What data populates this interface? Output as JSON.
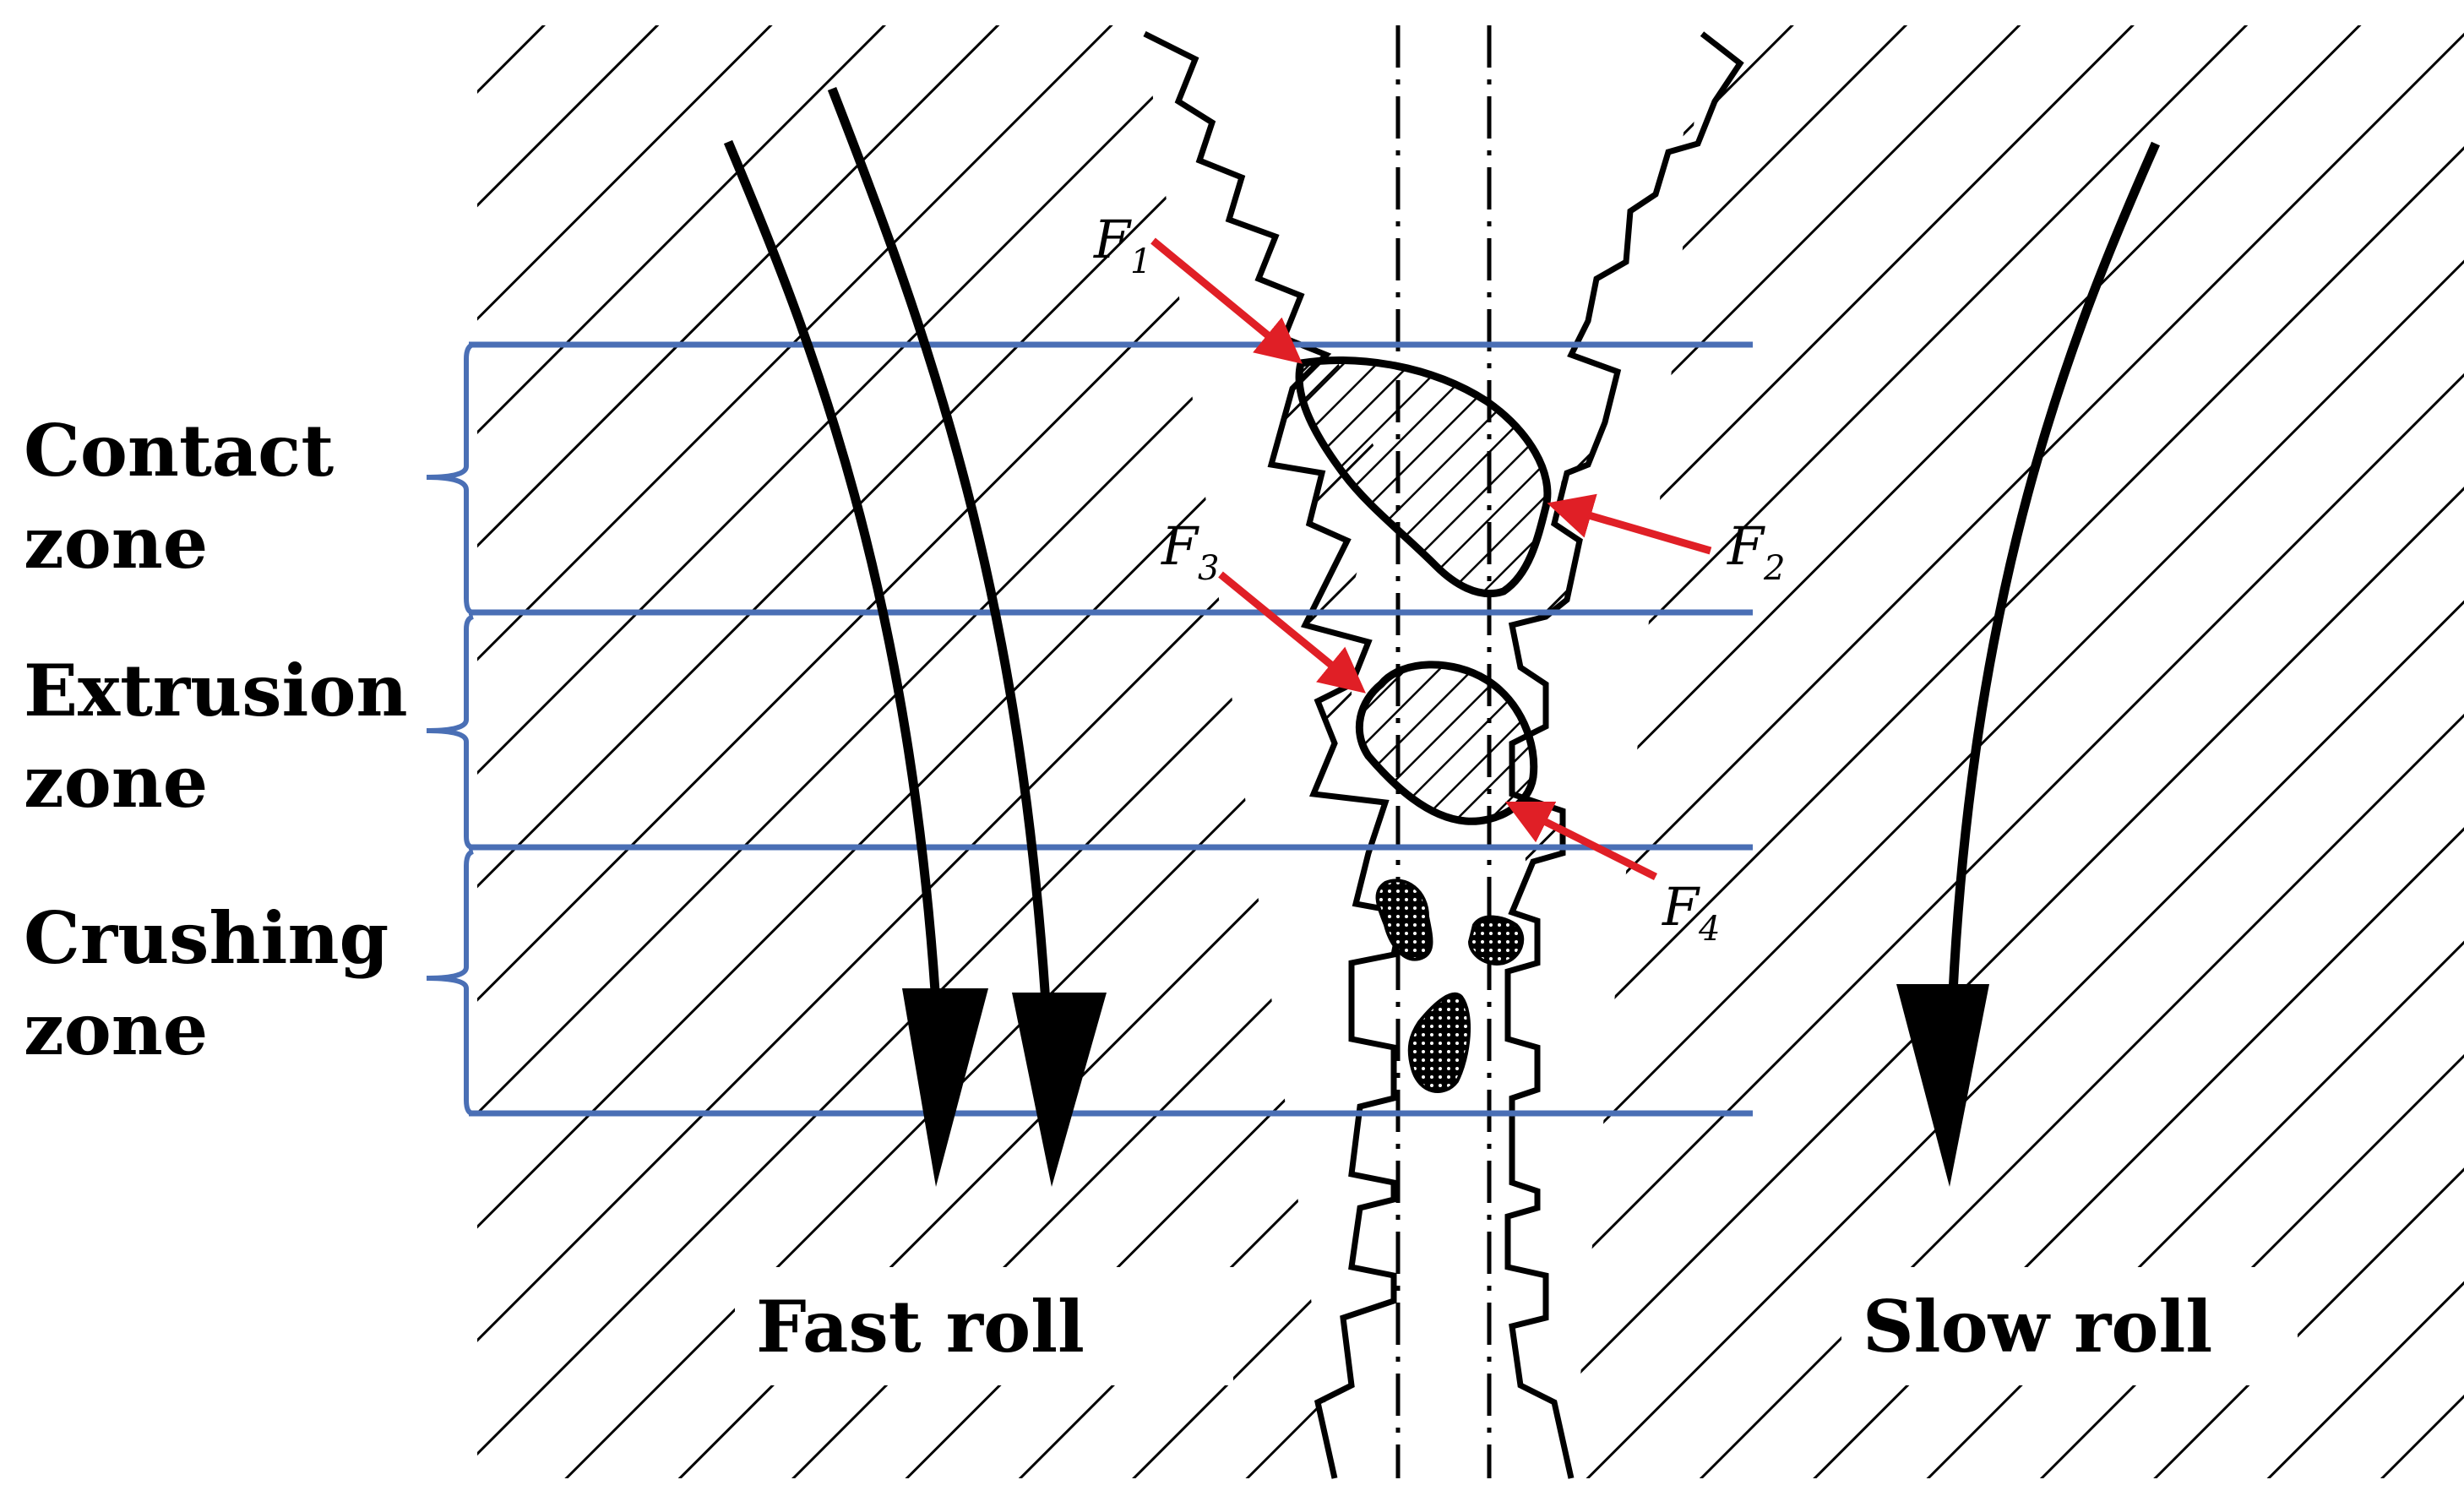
{
  "zones": [
    {
      "line1": "Contact",
      "line2": "zone"
    },
    {
      "line1": "Extrusion",
      "line2": "zone"
    },
    {
      "line1": "Crushing",
      "line2": "zone"
    }
  ],
  "rolls": {
    "fast": "Fast roll",
    "slow": "Slow roll"
  },
  "forces": [
    {
      "symbol": "F",
      "sub": "1"
    },
    {
      "symbol": "F",
      "sub": "2"
    },
    {
      "symbol": "F",
      "sub": "3"
    },
    {
      "symbol": "F",
      "sub": "4"
    }
  ],
  "colors": {
    "zone_line": "#4a6fb5",
    "force_arrow": "#e01f26",
    "ink": "#000000"
  }
}
